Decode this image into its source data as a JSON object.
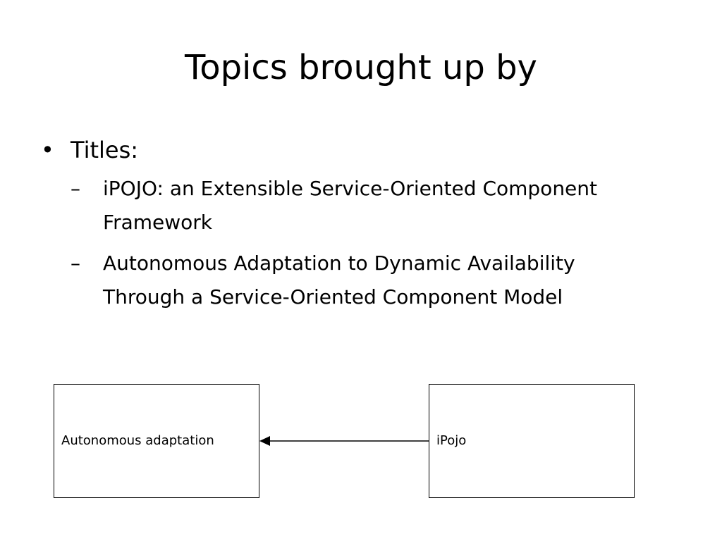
{
  "slide": {
    "title": "Topics brought up by",
    "bullets": [
      {
        "marker": "•",
        "text": "Titles:",
        "subitems": [
          {
            "marker": "–",
            "line1": "iPOJO: an Extensible Service-Oriented Component",
            "line2": "Framework"
          },
          {
            "marker": "–",
            "line1": "Autonomous Adaptation to Dynamic Availability",
            "line2": "Through a Service-Oriented Component Model"
          }
        ]
      }
    ]
  },
  "diagram": {
    "left_box_label": "Autonomous adaptation",
    "right_box_label": "iPojo",
    "arrow_direction": "right-to-left",
    "line_color": "#000000"
  }
}
